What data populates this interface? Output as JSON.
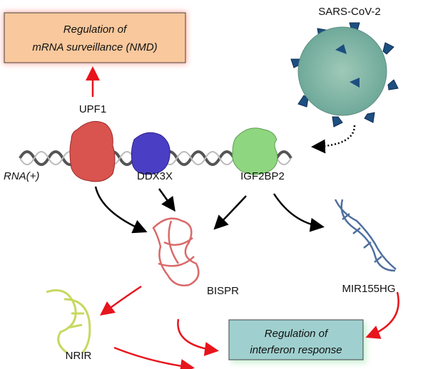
{
  "boxes": {
    "nmd": {
      "line1": "Regulation of",
      "line2": "mRNA surveillance (NMD)",
      "color": "#f9c89c"
    },
    "interferon": {
      "line1": "Regulation of",
      "line2": "interferon response",
      "color": "#9fd0cf"
    }
  },
  "labels": {
    "virus": "SARS-CoV-2",
    "upf1": "UPF1",
    "rna": "RNA(+)",
    "ddx3x": "DDX3X",
    "igf2bp2": "IGF2BP2",
    "bispr": "BISPR",
    "mir155hg": "MIR155HG",
    "nrir": "NRIR"
  },
  "colors": {
    "red_arrow": "#e8141c",
    "black_arrow": "#000000",
    "upf1": "#d9534f",
    "ddx3x": "#4a3fc4",
    "igf2bp2": "#8fd680",
    "virus": "#7fb8a8",
    "spike": "#1d4f80",
    "bispr": "#d96a6a",
    "mir155hg": "#4f6f9f",
    "nrir": "#c8d860"
  }
}
